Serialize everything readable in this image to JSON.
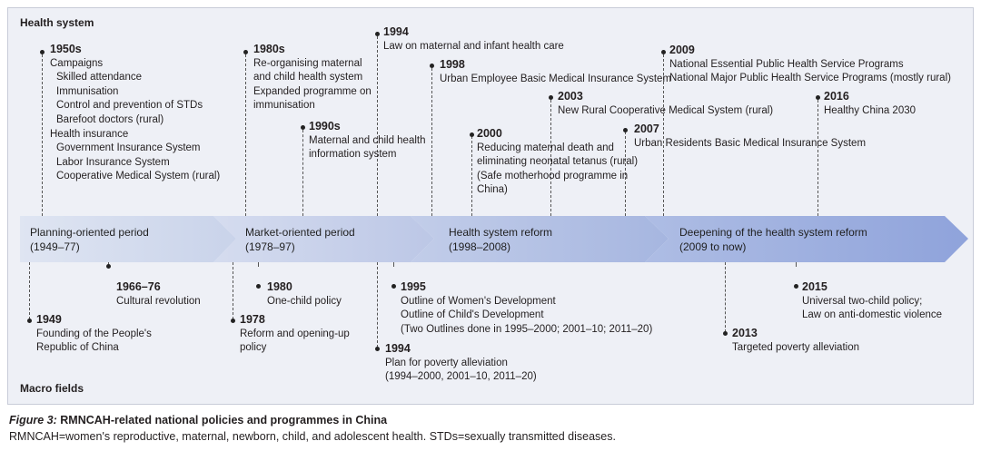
{
  "panel": {
    "top_label": "Health system",
    "bottom_label": "Macro fields"
  },
  "periods": [
    {
      "name": "Planning-oriented period",
      "years": "(1949–77)"
    },
    {
      "name": "Market-oriented period",
      "years": "(1978–97)"
    },
    {
      "name": "Health system reform",
      "years": "(1998–2008)"
    },
    {
      "name": "Deepening of the health system reform",
      "years": "(2009 to now)"
    }
  ],
  "health": {
    "y1950": {
      "year": "1950s",
      "lines": [
        "Campaigns",
        "Skilled attendance",
        "Immunisation",
        "Control and prevention of STDs",
        "Barefoot doctors (rural)",
        "Health insurance",
        "Government Insurance System",
        "Labor Insurance System",
        "Cooperative Medical System (rural)"
      ]
    },
    "y1980": {
      "year": "1980s",
      "lines": [
        "Re-organising maternal",
        "and child health system",
        "Expanded programme on",
        "immunisation"
      ]
    },
    "y1990": {
      "year": "1990s",
      "lines": [
        "Maternal and child health",
        "information system"
      ]
    },
    "y1994": {
      "year": "1994",
      "lines": [
        "Law on maternal and infant health care"
      ]
    },
    "y1998": {
      "year": "1998",
      "lines": [
        "Urban Employee Basic Medical Insurance System"
      ]
    },
    "y2000": {
      "year": "2000",
      "lines": [
        "Reducing maternal death and",
        "eliminating neonatal tetanus (rural)",
        "(Safe motherhood programme in",
        "China)"
      ]
    },
    "y2003": {
      "year": "2003",
      "lines": [
        "New Rural Cooperative Medical System (rural)"
      ]
    },
    "y2007": {
      "year": "2007",
      "lines": [
        "Urban Residents Basic Medical Insurance System"
      ]
    },
    "y2009": {
      "year": "2009",
      "lines": [
        "National Essential Public Health Service Programs",
        "National Major Public Health Service Programs (mostly rural)"
      ]
    },
    "y2016": {
      "year": "2016",
      "lines": [
        "Healthy China 2030"
      ]
    }
  },
  "macro": {
    "y1949": {
      "year": "1949",
      "lines": [
        "Founding of the People's",
        "Republic of China"
      ]
    },
    "y1966": {
      "year": "1966–76",
      "lines": [
        "Cultural revolution"
      ]
    },
    "y1978": {
      "year": "1978",
      "lines": [
        "Reform and opening-up",
        "policy"
      ]
    },
    "y1980": {
      "year": "1980",
      "lines": [
        "One-child policy"
      ]
    },
    "y1994": {
      "year": "1994",
      "lines": [
        "Plan for poverty alleviation",
        "(1994–2000, 2001–10, 2011–20)"
      ]
    },
    "y1995": {
      "year": "1995",
      "lines": [
        "Outline of Women's Development",
        "Outline of Child's Development",
        "(Two Outlines done in 1995–2000; 2001–10; 2011–20)"
      ]
    },
    "y2013": {
      "year": "2013",
      "lines": [
        "Targeted poverty alleviation"
      ]
    },
    "y2015": {
      "year": "2015",
      "lines": [
        "Universal two-child policy;",
        "Law on anti-domestic violence"
      ]
    }
  },
  "caption": {
    "figure": "Figure 3:",
    "title": " RMNCAH-related national policies and programmes in China",
    "note": "RMNCAH=women's reproductive, maternal, newborn, child, and adolescent health. STDs=sexually transmitted diseases."
  }
}
